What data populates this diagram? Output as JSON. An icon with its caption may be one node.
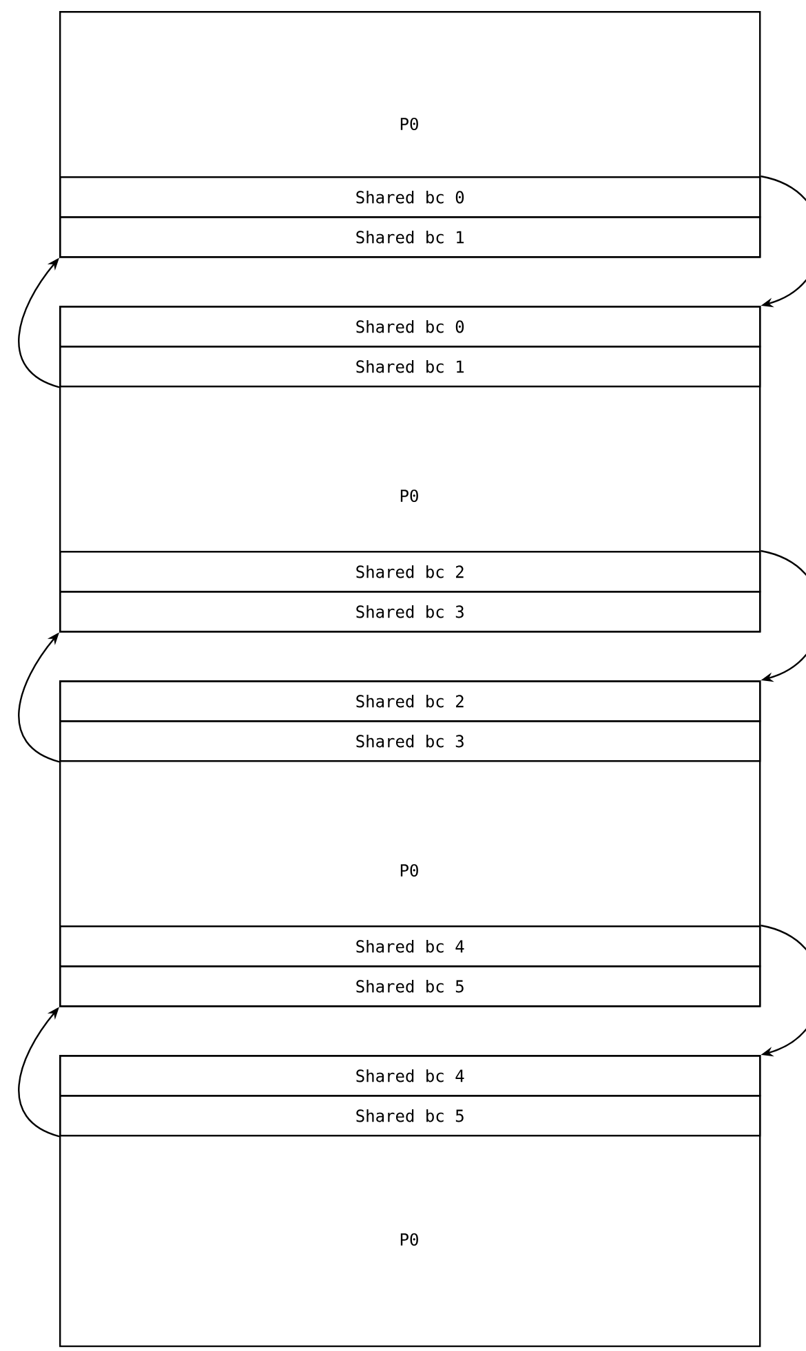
{
  "diagram": {
    "nodes": [
      {
        "text": [
          "P0"
        ]
      },
      {
        "text": [
          "Shared bc 0"
        ],
        "in": 0
      },
      {
        "text": [
          "Shared bc 1"
        ],
        "in": 0
      },
      {
        "text": [
          "P0"
        ]
      },
      {
        "text": [
          "Shared bc 0"
        ],
        "in": 3
      },
      {
        "text": [
          "Shared bc 1"
        ],
        "in": 3
      },
      {
        "text": [
          "Shared bc 2"
        ],
        "in": 3
      },
      {
        "text": [
          "Shared bc 3"
        ],
        "in": 3
      },
      {
        "text": [
          "P0"
        ]
      },
      {
        "text": [
          "Shared bc 2"
        ],
        "in": 8
      },
      {
        "text": [
          "Shared bc 3"
        ],
        "in": 8
      },
      {
        "text": [
          "Shared bc 4"
        ],
        "in": 8
      },
      {
        "text": [
          "Shared bc 5"
        ],
        "in": 8
      },
      {
        "text": [
          "P0"
        ]
      },
      {
        "text": [
          "Shared bc 4"
        ],
        "in": 13
      },
      {
        "text": [
          "Shared bc 5"
        ],
        "in": 13
      }
    ],
    "edges": [
      {
        "from": 1,
        "to": 4,
        "arrow": "to"
      },
      {
        "from": 5,
        "to": 2,
        "arrow": "to"
      },
      {
        "from": 6,
        "to": 9,
        "arrow": "to"
      },
      {
        "from": 10,
        "to": 7,
        "arrow": "to"
      },
      {
        "from": 11,
        "to": 14,
        "arrow": "to"
      },
      {
        "from": 15,
        "to": 12,
        "arrow": "to"
      }
    ]
  }
}
